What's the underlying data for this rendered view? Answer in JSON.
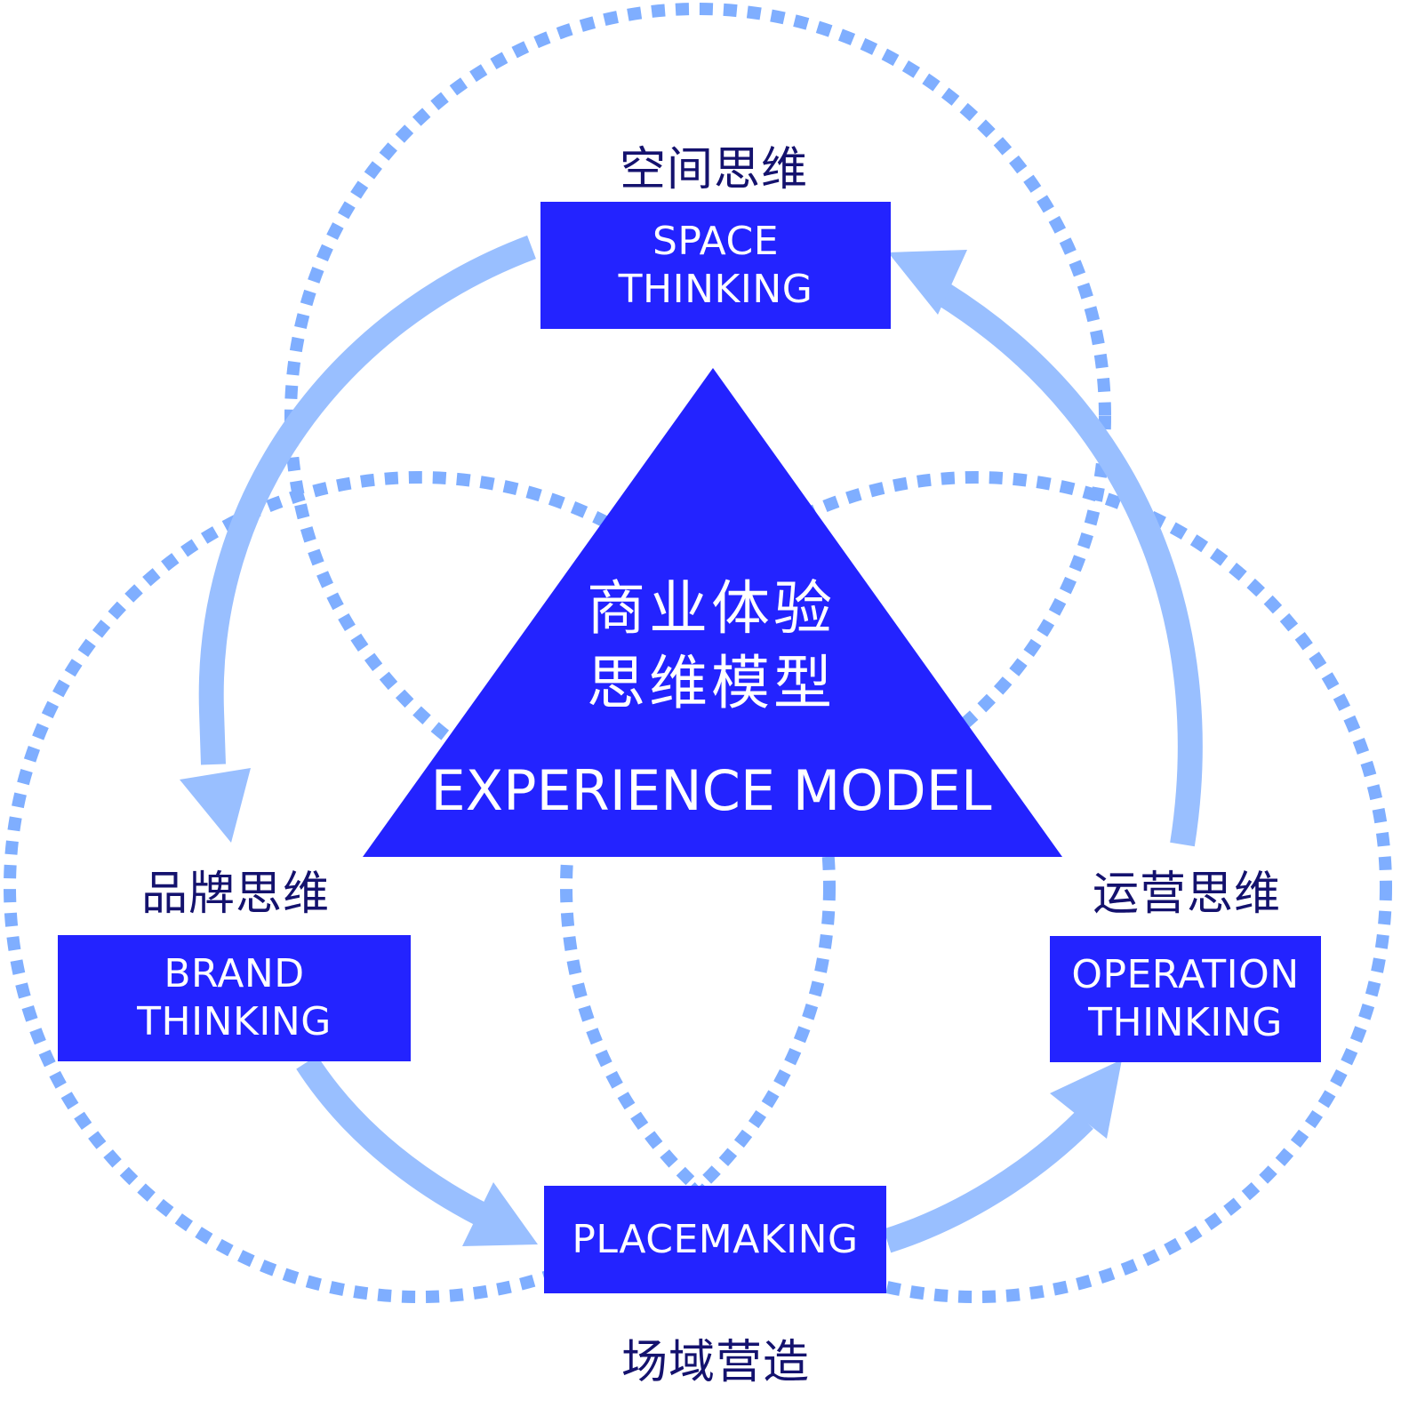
{
  "colors": {
    "box_fill": "#2323ff",
    "arrow": "#99bfff",
    "dots": "#7faeff",
    "cn_label": "#14126e",
    "white_text": "#ffffff"
  },
  "center": {
    "cn_line1": "商业体验",
    "cn_line2": "思维模型",
    "en": "EXPERIENCE MODEL"
  },
  "nodes": {
    "space": {
      "cn": "空间思维",
      "en_line1": "SPACE",
      "en_line2": "THINKING"
    },
    "brand": {
      "cn": "品牌思维",
      "en_line1": "BRAND",
      "en_line2": "THINKING"
    },
    "operation": {
      "cn": "运营思维",
      "en_line1": "OPERATION",
      "en_line2": "THINKING"
    },
    "placemaking": {
      "cn": "场域营造",
      "en_line1": "PLACEMAKING"
    }
  },
  "cycle_order": [
    "space",
    "brand",
    "placemaking",
    "operation",
    "space"
  ]
}
